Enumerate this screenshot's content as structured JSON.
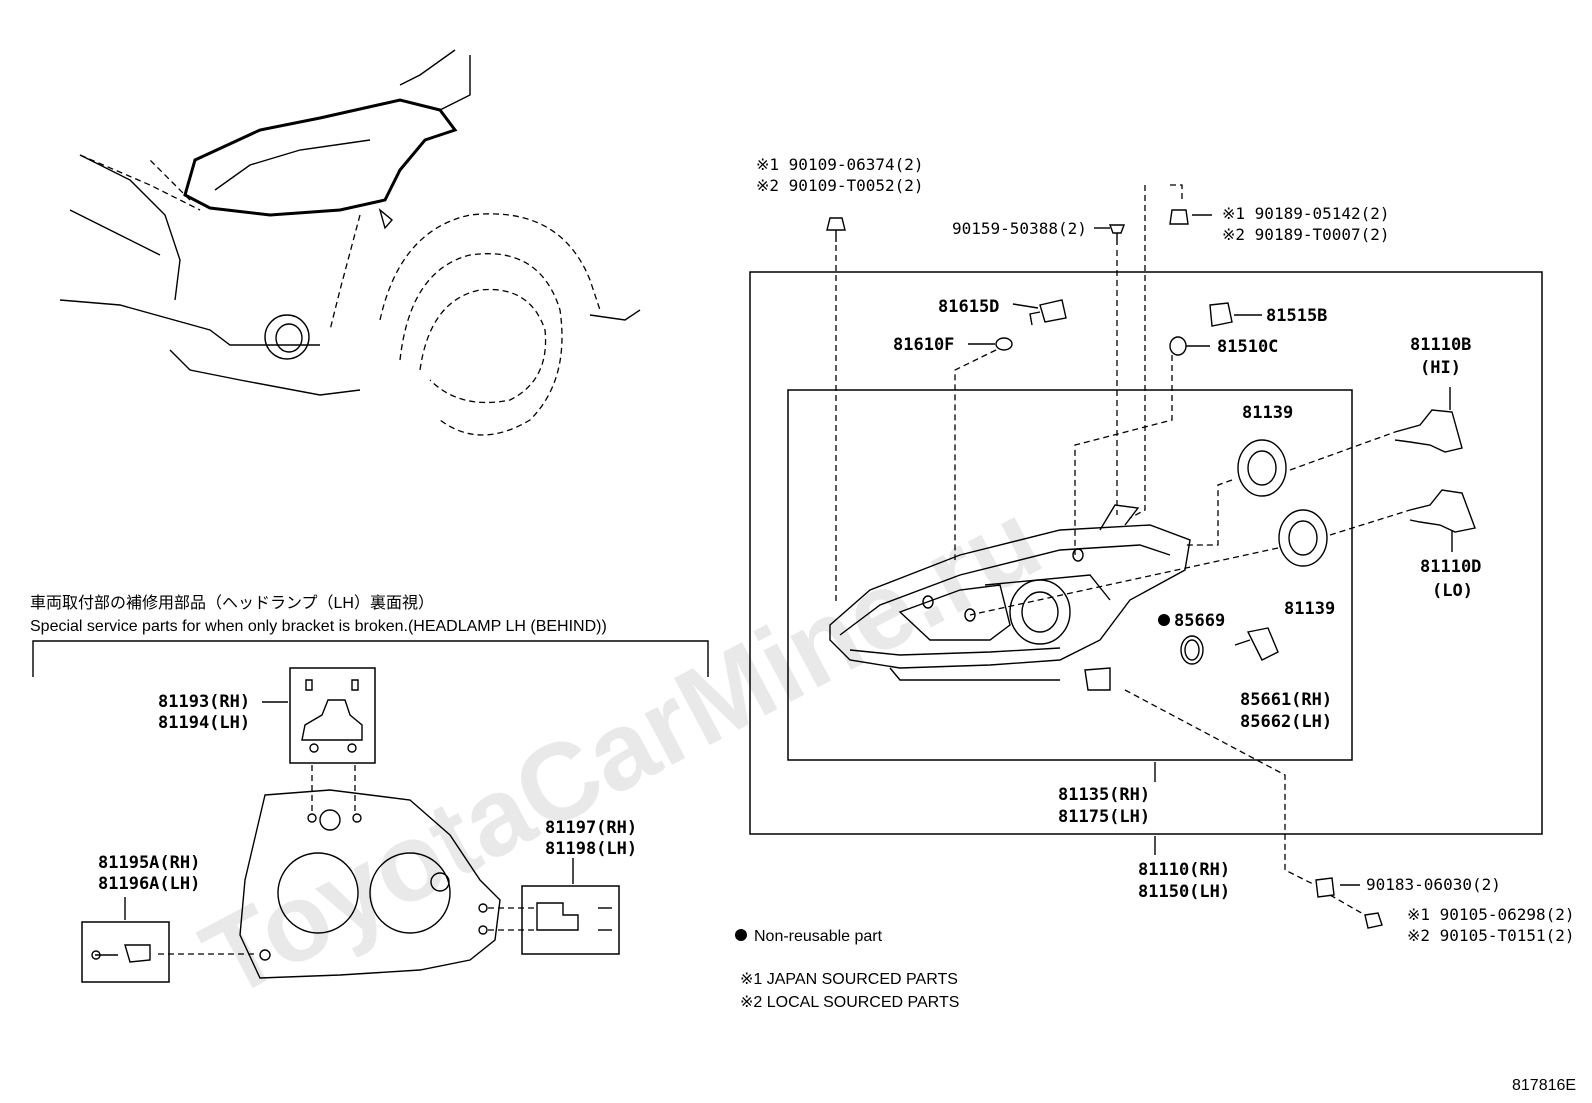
{
  "watermark": "ToyotaCarMine.ru",
  "diagram_code": "817816E",
  "special_section": {
    "title_jp": "車両取付部の補修用部品（ヘッドランプ（LH）裏面視）",
    "title_en": "Special service parts for when only bracket is broken.(HEADLAMP LH (BEHIND))"
  },
  "legend": {
    "non_reusable": "Non-reusable part",
    "japan_sourced": "※1 JAPAN SOURCED PARTS",
    "local_sourced": "※2 LOCAL SOURCED PARTS"
  },
  "parts": {
    "bolt_90109_a": "※1 90109-06374(2)",
    "bolt_90109_b": "※2 90109-T0052(2)",
    "screw_90159": "90159-50388(2)",
    "nut_90189_a": "※1 90189-05142(2)",
    "nut_90189_b": "※2 90189-T0007(2)",
    "p81615d": "81615D",
    "p81515b": "81515B",
    "p81610f": "81610F",
    "p81510c": "81510C",
    "p81110b": "81110B",
    "p81110b_note": "(HI)",
    "p81139_top": "81139",
    "p81139_bottom": "81139",
    "p81110d": "81110D",
    "p81110d_note": "(LO)",
    "p85669": "85669",
    "p85661": "85661(RH)",
    "p85662": "85662(LH)",
    "p81135": "81135(RH)",
    "p81175": "81175(LH)",
    "p81110": "81110(RH)",
    "p81150": "81150(LH)",
    "clip_90183": "90183-06030(2)",
    "bolt_90105_a": "※1 90105-06298(2)",
    "bolt_90105_b": "※2 90105-T0151(2)",
    "p81193": "81193(RH)",
    "p81194": "81194(LH)",
    "p81195a": "81195A(RH)",
    "p81196a": "81196A(LH)",
    "p81197": "81197(RH)",
    "p81198": "81198(LH)"
  }
}
